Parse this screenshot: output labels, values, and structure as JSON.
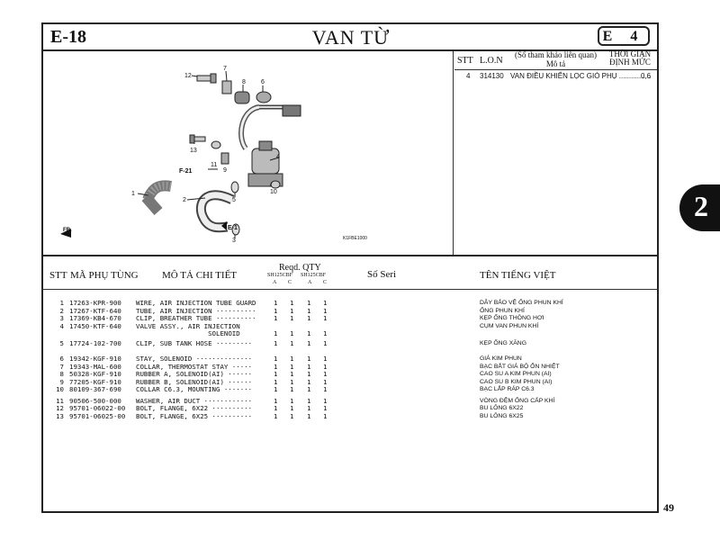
{
  "header": {
    "code": "E-18",
    "title": "VAN TỪ",
    "section": "E 4"
  },
  "side_tab": "2",
  "page_number": "49",
  "diagram": {
    "callouts": [
      "12",
      "7",
      "8",
      "6",
      "13",
      "11",
      "9",
      "4",
      "F-21",
      "10",
      "1",
      "2",
      "5",
      "3",
      "E-1",
      "FR."
    ],
    "figure_code": "K1FBE1000"
  },
  "labor_time": {
    "headers": {
      "stt": "STT",
      "lon": "L.O.N",
      "ref": "(Số tham khảo liên quan)",
      "desc": "Mô tả",
      "time": "THỜI GIAN ĐỊNH MỨC"
    },
    "rows": [
      {
        "stt": "4",
        "lon": "314130",
        "desc": "VAN ĐIỀU KHIỂN LỌC GIÓ PHỤ ................",
        "time": "0,6"
      }
    ]
  },
  "parts_header": {
    "stt": "STT",
    "part_no": "MÃ PHỤ TÙNG",
    "desc": "MÔ TẢ CHI TIẾT",
    "reqd_qty": "Reqd. QTY",
    "model_a": "SH125CBF",
    "model_c": "SH125CBF",
    "col_a": "A",
    "col_c": "C",
    "serial": "Số Seri",
    "vietnamese": "TÊN TIẾNG VIỆT"
  },
  "parts": [
    {
      "stt": "1",
      "part_no": "17263-KPR-900",
      "desc": "WIRE, AIR INJECTION TUBE GUARD",
      "q1": "1",
      "q2": "1",
      "q3": "1",
      "q4": "1",
      "vn": "DÂY BẢO VỆ ỐNG PHUN KHÍ"
    },
    {
      "stt": "2",
      "part_no": "17267-KTF-640",
      "desc": "TUBE, AIR INJECTION ··········",
      "q1": "1",
      "q2": "1",
      "q3": "1",
      "q4": "1",
      "vn": "ỐNG PHUN KHÍ"
    },
    {
      "stt": "3",
      "part_no": "17369-KB4-670",
      "desc": "CLIP, BREATHER TUBE ··········",
      "q1": "1",
      "q2": "1",
      "q3": "1",
      "q4": "1",
      "vn": "KẸP ỐNG THÔNG HƠI"
    },
    {
      "stt": "4",
      "part_no": "17450-KTF-640",
      "desc": "VALVE ASSY., AIR INJECTION",
      "q1": "",
      "q2": "",
      "q3": "",
      "q4": "",
      "vn": "CỤM VAN PHUN KHÍ"
    },
    {
      "stt": "",
      "part_no": "",
      "desc": "                  SOLENOID",
      "q1": "1",
      "q2": "1",
      "q3": "1",
      "q4": "1",
      "vn": ""
    },
    {
      "stt": "5",
      "part_no": "17724-102-700",
      "desc": "CLIP, SUB TANK HOSE ·········",
      "q1": "1",
      "q2": "1",
      "q3": "1",
      "q4": "1",
      "vn": "KẸP ỐNG XĂNG"
    },
    {
      "stt": "6",
      "part_no": "19342-KGF-910",
      "desc": "STAY, SOLENOID ··············",
      "q1": "1",
      "q2": "1",
      "q3": "1",
      "q4": "1",
      "vn": "GIÁ KIM PHUN"
    },
    {
      "stt": "7",
      "part_no": "19343-MAL-600",
      "desc": "COLLAR, THERMOSTAT STAY ·····",
      "q1": "1",
      "q2": "1",
      "q3": "1",
      "q4": "1",
      "vn": "BẠC BẮT GIÁ BỘ ỔN NHIỆT"
    },
    {
      "stt": "8",
      "part_no": "50328-KGF-910",
      "desc": "RUBBER A, SOLENOID(AI) ······",
      "q1": "1",
      "q2": "1",
      "q3": "1",
      "q4": "1",
      "vn": "CAO SU A KIM PHUN (AI)"
    },
    {
      "stt": "9",
      "part_no": "77205-KGF-910",
      "desc": "RUBBER B, SOLENOID(AI) ······",
      "q1": "1",
      "q2": "1",
      "q3": "1",
      "q4": "1",
      "vn": "CAO SU B KIM PHUN (AI)"
    },
    {
      "stt": "10",
      "part_no": "80109-367-690",
      "desc": "COLLAR C6.3, MOUNTING ·······",
      "q1": "1",
      "q2": "1",
      "q3": "1",
      "q4": "1",
      "vn": "BẠC LẮP RÁP C6.3"
    },
    {
      "stt": "11",
      "part_no": "90506-500-000",
      "desc": "WASHER, AIR DUCT ············",
      "q1": "1",
      "q2": "1",
      "q3": "1",
      "q4": "1",
      "vn": "VÒNG ĐỆM ỐNG CẤP KHÍ"
    },
    {
      "stt": "12",
      "part_no": "95701-06022-00",
      "desc": "BOLT, FLANGE, 6X22 ··········",
      "q1": "1",
      "q2": "1",
      "q3": "1",
      "q4": "1",
      "vn": "BU LÔNG 6X22"
    },
    {
      "stt": "13",
      "part_no": "95701-06025-00",
      "desc": "BOLT, FLANGE, 6X25 ··········",
      "q1": "1",
      "q2": "1",
      "q3": "1",
      "q4": "1",
      "vn": "BU LÔNG 6X25"
    }
  ]
}
